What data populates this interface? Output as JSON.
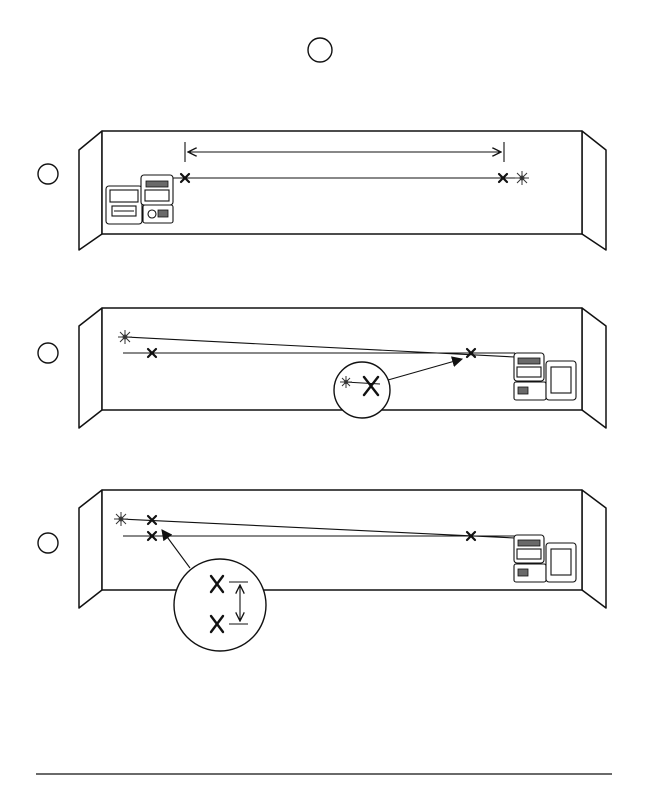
{
  "figure": {
    "header_badge": {
      "label": ""
    },
    "panels": [
      {
        "id": "panel-1",
        "step_badge": {
          "label": ""
        },
        "elements": [
          "distance-dimension-arrow",
          "laser-line",
          "mark-left",
          "mark-right",
          "laser-dot",
          "laser-level-unit",
          "target-card"
        ]
      },
      {
        "id": "panel-2",
        "step_badge": {
          "label": ""
        },
        "elements": [
          "laser-beam-sloped",
          "reference-line",
          "mark-left",
          "mark-right",
          "laser-level-unit",
          "magnifier-callout"
        ]
      },
      {
        "id": "panel-3",
        "step_badge": {
          "label": ""
        },
        "elements": [
          "laser-beam-sloped",
          "reference-line",
          "mark-upper-left",
          "mark-lower-left",
          "mark-right",
          "laser-level-unit",
          "magnifier-callout-with-offset-dimension"
        ]
      }
    ],
    "colors": {
      "ink": "#111111",
      "paper": "#ffffff",
      "device_shade": "#6a6a6a"
    }
  }
}
